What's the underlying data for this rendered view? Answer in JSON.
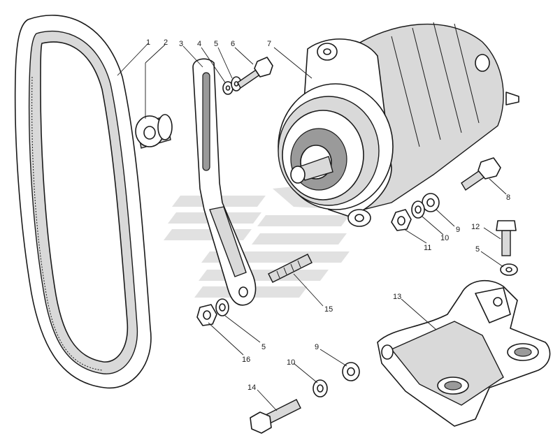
{
  "colors": {
    "ink": "#1a1a1a",
    "shade": "#d9d9d9",
    "watermark": "#c9c9c9",
    "background": "#ffffff"
  },
  "watermark": {
    "kind": "logo",
    "icon": "stylized-striped-logo-watermark"
  },
  "callouts": [
    {
      "id": "c1",
      "label": "1"
    },
    {
      "id": "c2",
      "label": "2"
    },
    {
      "id": "c3",
      "label": "3"
    },
    {
      "id": "c4",
      "label": "4"
    },
    {
      "id": "c5a",
      "label": "5"
    },
    {
      "id": "c6",
      "label": "6"
    },
    {
      "id": "c7",
      "label": "7"
    },
    {
      "id": "c8",
      "label": "8"
    },
    {
      "id": "c9a",
      "label": "9"
    },
    {
      "id": "c10a",
      "label": "10"
    },
    {
      "id": "c11",
      "label": "11"
    },
    {
      "id": "c12",
      "label": "12"
    },
    {
      "id": "c5b",
      "label": "5"
    },
    {
      "id": "c13",
      "label": "13"
    },
    {
      "id": "c15",
      "label": "15"
    },
    {
      "id": "c5c",
      "label": "5"
    },
    {
      "id": "c16",
      "label": "16"
    },
    {
      "id": "c9b",
      "label": "9"
    },
    {
      "id": "c10b",
      "label": "10"
    },
    {
      "id": "c14",
      "label": "14"
    }
  ]
}
